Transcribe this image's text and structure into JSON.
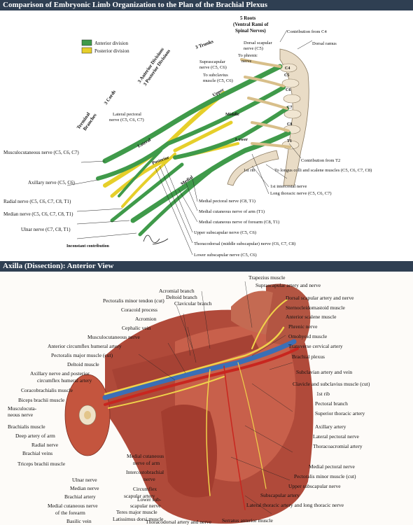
{
  "panel1": {
    "title": "Comparison of Embryonic Limb Organization to the Plan of the Brachial Plexus",
    "legend": [
      {
        "label": "Anterior division",
        "color": "#3f9a4a"
      },
      {
        "label": "Posterior division",
        "color": "#e6cf2a"
      }
    ],
    "sections": {
      "roots_1": "5 Roots",
      "roots_2": "(Ventral Rami of",
      "roots_3": "Spinal Nerves)",
      "trunks": "3 Trunks",
      "divisions_1": "3 Anterior Divisions",
      "divisions_2": "3 Posterior Divisions",
      "cords": "3 Cords",
      "terminal_1": "Terminal",
      "terminal_2": "Branches"
    },
    "structure_labels": {
      "upper": "Upper",
      "middle": "Middle",
      "lower": "Lower",
      "lateral": "Lateral",
      "posterior": "Posterior",
      "medial": "Medial",
      "first_rib": "1st rib",
      "c4": "C4",
      "c5": "C5",
      "c6": "C6",
      "c7": "C7",
      "c8": "C8",
      "t1": "T1"
    },
    "labels": {
      "contribution_c4": "Contribution from C4",
      "dorsal_ramus": "Dorsal ramus",
      "dorsal_scapular_1": "Dorsal scapular",
      "dorsal_scapular_2": "nerve (C5)",
      "phrenic_1": "To phrenic",
      "phrenic_2": "nerve",
      "suprascapular_1": "Suprascapular",
      "suprascapular_2": "nerve (C5, C6)",
      "subclavius_1": "To subclavius",
      "subclavius_2": "muscle (C5, C6)",
      "lateral_pectoral_1": "Lateral pectoral",
      "lateral_pectoral_2": "nerve (C5, C6, C7)",
      "musculocutaneous": "Musculocutaneous nerve (C5, C6, C7)",
      "axillary": "Axillary nerve (C5, C6)",
      "radial": "Radial nerve (C5, C6, C7, C8, T1)",
      "median": "Median nerve (C5, C6, C7, C8, T1)",
      "ulnar": "Ulnar nerve (C7, C8, T1)",
      "incostant": "Inconstant contribution",
      "contribution_t2": "Contribution from T2",
      "longus": "To longus colli and scalene muscles (C5, C6, C7, C8)",
      "intercostal": "1st intercostal nerve",
      "long_thoracic": "Long thoracic nerve (C5, C6, C7)",
      "medial_pectoral": "Medial pectoral nerve (C8, T1)",
      "med_cut_arm": "Medial cutaneous nerve of arm (T1)",
      "med_cut_forearm": "Medial cutaneous nerve of forearm (C8, T1)",
      "upper_subscap": "Upper subscapular nerve (C5, C6)",
      "thoracodorsal": "Thoracodorsal (middle subscapular) nerve (C6, C7, C8)",
      "lower_subscap": "Lower subscapular nerve (C5, C6)"
    }
  },
  "panel2": {
    "title": "Axilla (Dissection): Anterior View",
    "labels_left": [
      "Pectoralis minor tendon (cut)",
      "Coracoid process",
      "Acromion",
      "Cephalic vein",
      "Musculocutaneous nerve",
      "Anterior circumflex humeral artery",
      "Pectoralis major muscle (cut)",
      "Deltoid muscle",
      "Axillary nerve and posterior",
      "circumflex humeral artery",
      "Coracobrachialis muscle",
      "Biceps brachii muscle"
    ],
    "labels_top": [
      "Acromial branch",
      "Deltoid branch",
      "Clavicular branch",
      "Trapezius muscle",
      "Suprascapular artery and nerve"
    ],
    "labels_right": [
      "Dorsal scapular artery and nerve",
      "Sternocleidomastoid muscle",
      "Anterior scalene muscle",
      "Phrenic nerve",
      "Omohyoid muscle",
      "Transverse cervical artery",
      "Brachial plexus",
      "Subclavian artery and vein",
      "Clavicle and subclavius muscle (cut)",
      "1st rib",
      "Pectoral branch",
      "Superior thoracic artery",
      "Axillary artery",
      "Lateral pectoral nerve",
      "Thoracoacromial artery",
      "Medial pectoral nerve",
      "Pectoralis minor muscle (cut)",
      "Upper subscapular nerve",
      "Subscapular artery",
      "Lateral thoracic artery and long thoracic nerve",
      "Serratus anterior muscle"
    ],
    "labels_arm": [
      "Musculocuta-",
      "neous nerve",
      "Brachialis muscle",
      "Deep artery of arm",
      "Radial nerve",
      "Brachial veins",
      "Triceps brachii muscle"
    ],
    "labels_bottom": [
      "Ulnar nerve",
      "Median nerve",
      "Brachial artery",
      "Medial cutaneous nerve",
      "of the forearm",
      "Basilic vein",
      "Medial cutaneous",
      "nerve of arm",
      "Intercostobrachial",
      "nerve",
      "Circumflex",
      "scapular artery",
      "Lower sub-",
      "scapular nerve",
      "Teres major muscle",
      "Latissimus dorsi muscle",
      "Thoracodorsal artery and nerve"
    ]
  }
}
